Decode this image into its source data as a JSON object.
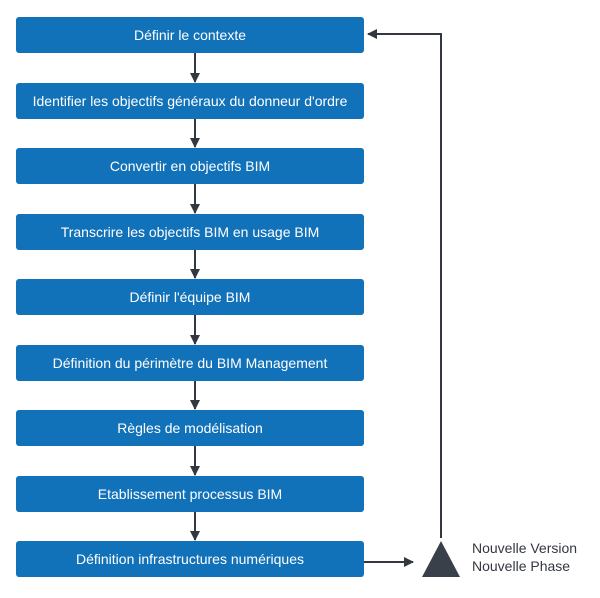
{
  "colors": {
    "step_fill": "#1272B9",
    "step_text": "#FFFFFF",
    "connector": "#333740",
    "loop_triangle": "#3A4049"
  },
  "process": {
    "steps": [
      "Définir le contexte",
      "Identifier les objectifs généraux du donneur d'ordre",
      "Convertir en objectifs BIM",
      "Transcrire les objectifs BIM en usage BIM",
      "Définir l'équipe BIM",
      "Définition du périmètre du BIM Management",
      "Règles de modélisation",
      "Etablissement processus BIM",
      "Définition infrastructures numériques"
    ]
  },
  "loop": {
    "icon": "triangle-icon",
    "label_line1": "Nouvelle Version",
    "label_line2": "Nouvelle Phase"
  }
}
